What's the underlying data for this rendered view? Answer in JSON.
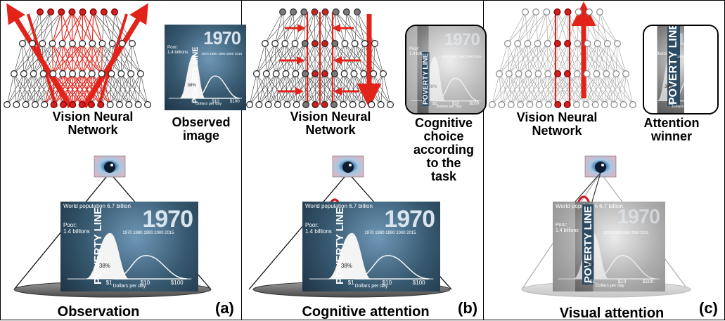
{
  "panels": [
    {
      "tag": "(a)",
      "network_label": "Vision Neural\nNetwork",
      "side_label": "Observed\nimage",
      "caption": "Observation"
    },
    {
      "tag": "(b)",
      "network_label": "Vision Neural\nNetwork",
      "side_label": "Cognitive\nchoice\naccording\nto the\ntask",
      "caption": "Cognitive attention"
    },
    {
      "tag": "(c)",
      "network_label": "Vision Neural\nNetwork",
      "side_label": "Attention\nwinner",
      "caption": "Visual attention"
    }
  ],
  "chart_thumb": {
    "header": "World population 6.7 billion",
    "year": "1970",
    "poor_label": "Poor:",
    "poor_value": "1.4 billions",
    "poverty_line": "POVERTY LINE",
    "pct": "38%",
    "x_ticks": [
      "$1",
      "$10",
      "$100"
    ],
    "x_axis_label": "Dollars per day",
    "timeline": [
      "1970",
      "1980",
      "1990",
      "2000",
      "2015"
    ]
  },
  "colors": {
    "accent_red": "#e2231a",
    "node_red": "#d21f1f",
    "node_gray": "#7a7a7a",
    "chart_dark": "#2c4a62"
  },
  "icons": [
    "eye-icon",
    "arrow-up-icon",
    "arrow-down-icon",
    "arrow-left-icon",
    "arrow-right-icon"
  ]
}
